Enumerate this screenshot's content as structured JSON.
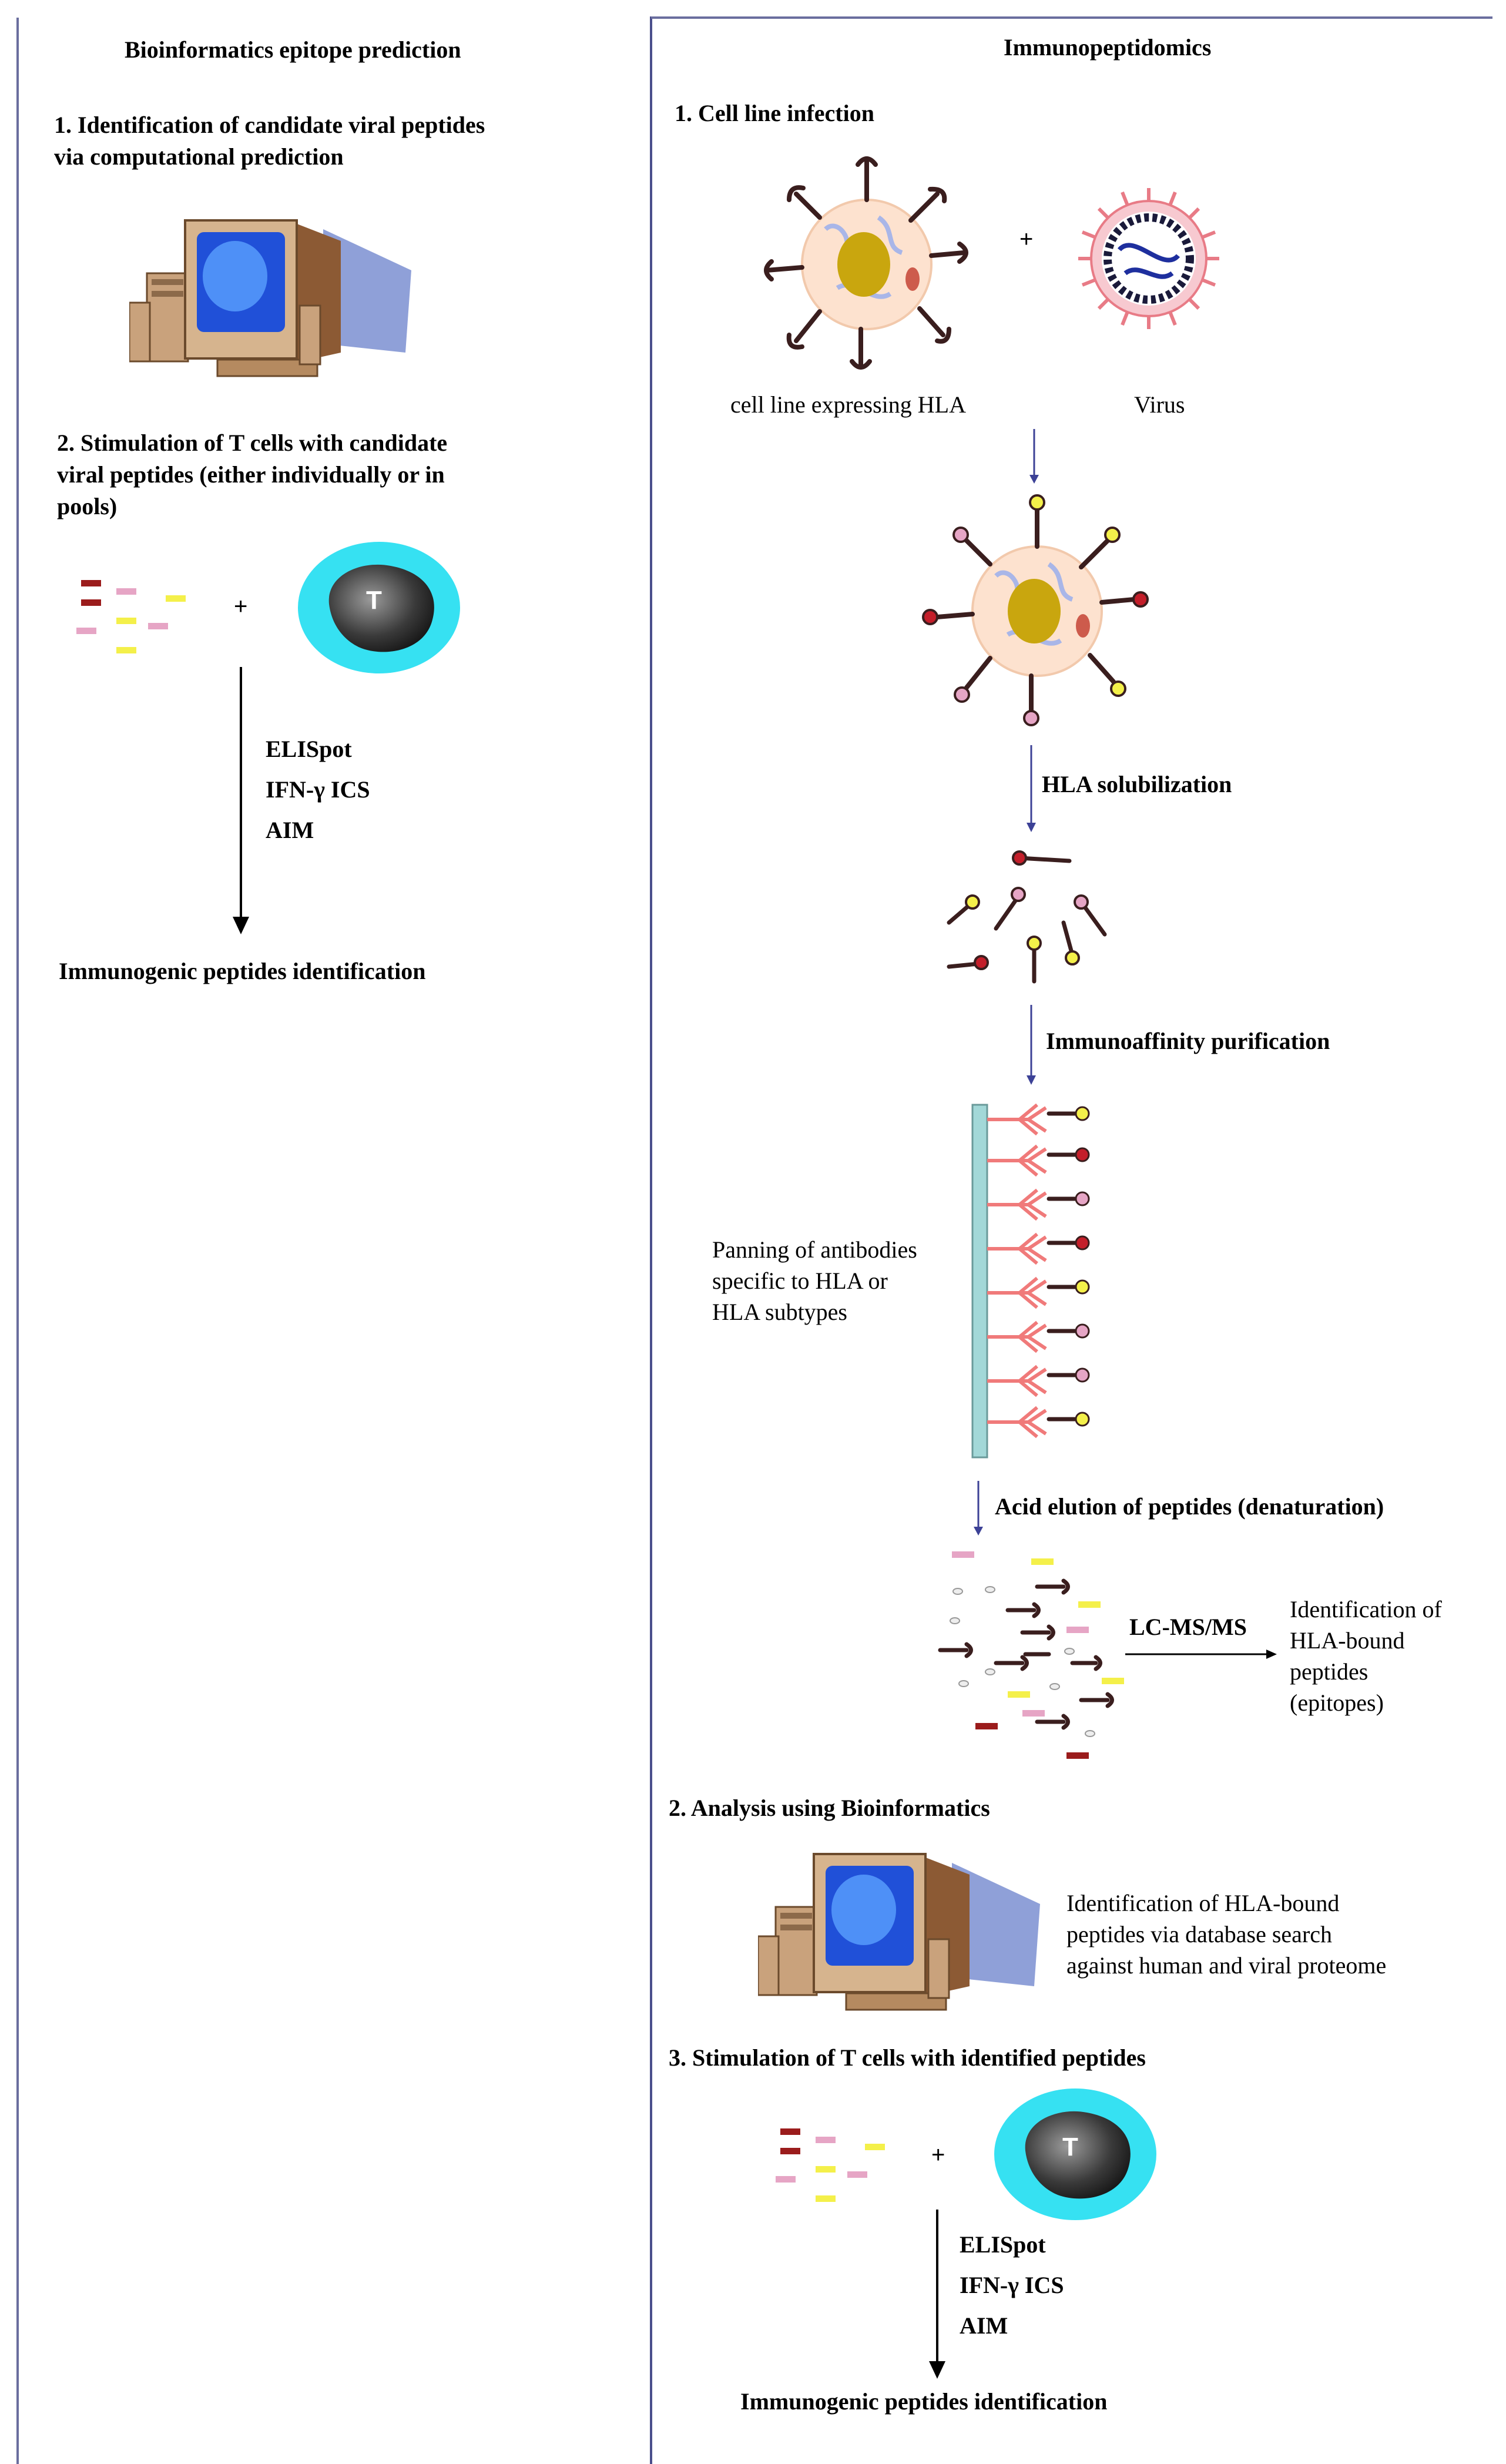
{
  "left": {
    "title": "Bioinformatics epitope prediction",
    "step1": {
      "line1": "1. Identification of candidate viral peptides",
      "line2": "via computational prediction"
    },
    "step2": {
      "line1": "2. Stimulation of T cells with candidate",
      "line2": "viral peptides (either individually or in",
      "line3": "pools)"
    },
    "plus": "+",
    "t_label": "T",
    "assays": [
      "ELISpot",
      "IFN-γ ICS",
      "AIM"
    ],
    "result": "Immunogenic peptides identification"
  },
  "right": {
    "title": "Immunopeptidomics",
    "step1_title": "1. Cell line infection",
    "cell_label": "cell line expressing HLA",
    "plus": "+",
    "virus_label": "Virus",
    "hla_solubilization": "HLA solubilization",
    "immunoaffinity": "Immunoaffinity purification",
    "panning": {
      "line1": "Panning of antibodies",
      "line2": "specific to HLA or",
      "line3": "HLA subtypes"
    },
    "acid_elution": "Acid elution of peptides (denaturation)",
    "lcms": "LC-MS/MS",
    "lcms_result": {
      "line1": "Identification of",
      "line2": "HLA-bound",
      "line3": "peptides",
      "line4": "(epitopes)"
    },
    "step2_title": "2. Analysis using Bioinformatics",
    "db_search": {
      "line1": "Identification of HLA-bound",
      "line2": "peptides via database search",
      "line3": "against human and viral proteome"
    },
    "step3_title": "3. Stimulation of T cells with identified peptides",
    "plus2": "+",
    "t_label": "T",
    "assays": [
      "ELISpot",
      "IFN-γ ICS",
      "AIM"
    ],
    "result": "Immunogenic peptides identification"
  },
  "colors": {
    "divider": "#4b4f8c",
    "arrow_blue": "#3c4196",
    "peptide_dark_red": "#9b1c1c",
    "peptide_pink": "#e6a5c5",
    "peptide_yellow": "#f4f04a",
    "t_cell_halo": "#36e1f2"
  }
}
